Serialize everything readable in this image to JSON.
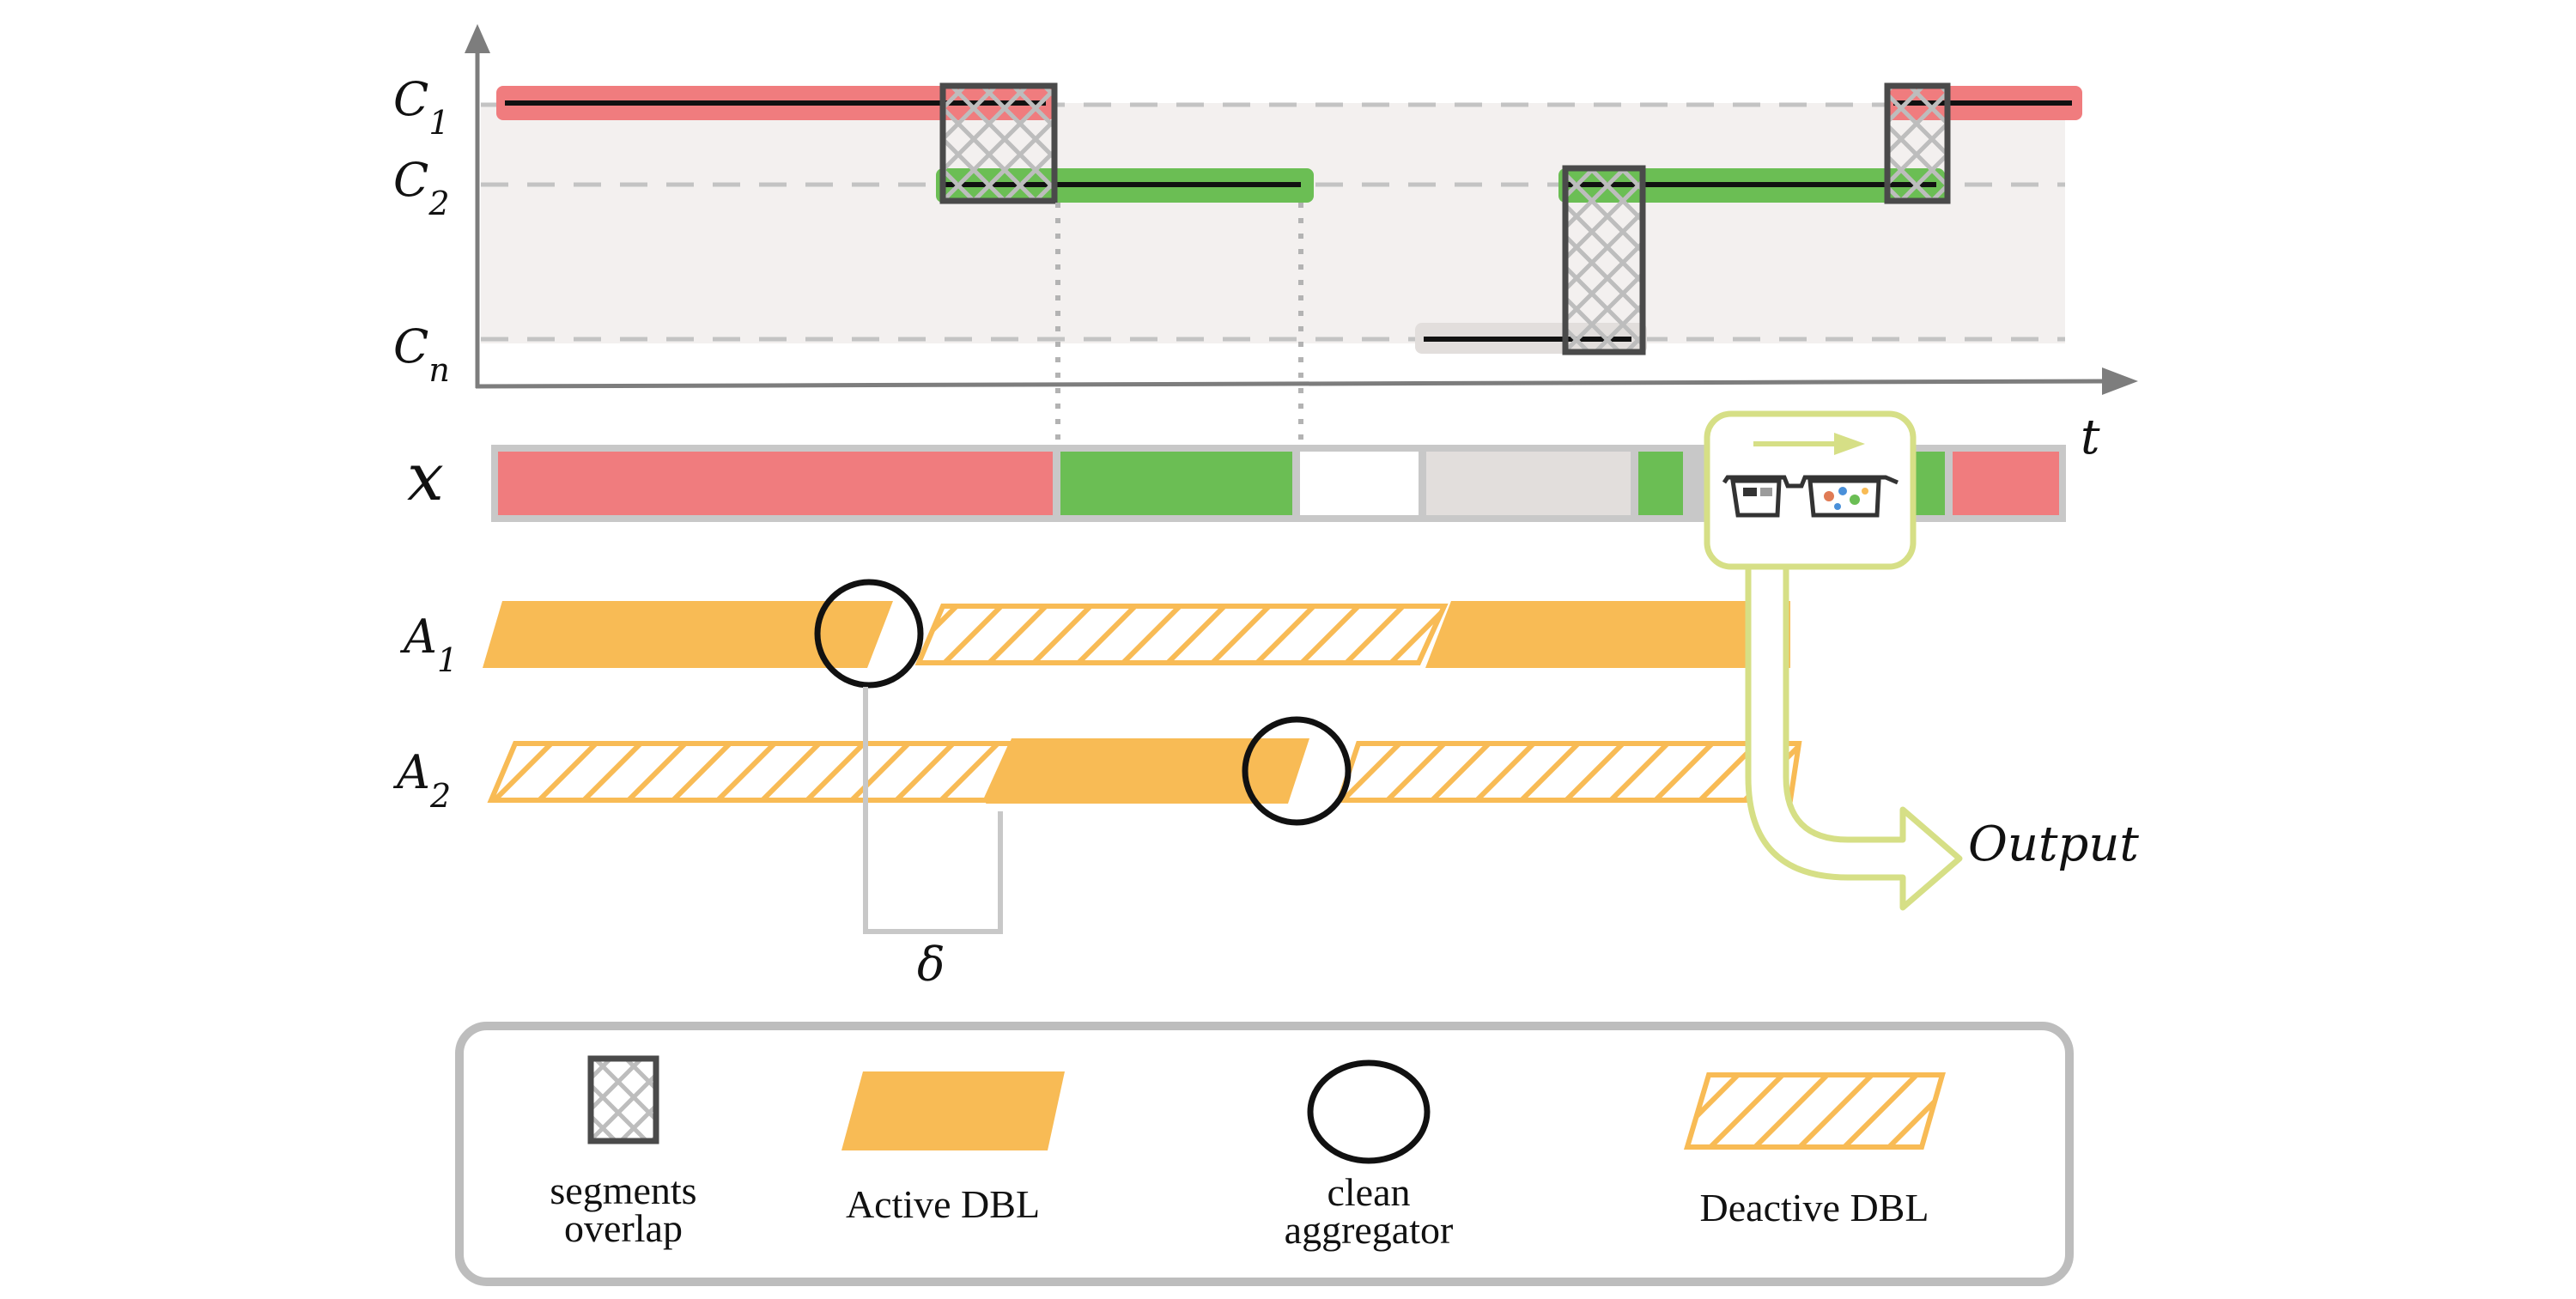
{
  "colors": {
    "red": "#F07C7E",
    "green": "#6BBE54",
    "orange": "#F8BB55",
    "gray_segment": "#E2DEDC",
    "plot_bg": "#F3F0EF",
    "overlap_box": "#4A4A4A",
    "output_arrow": "#D6DF86",
    "axis": "#7D7D7D",
    "legend_border": "#BDBDBD"
  },
  "chart": {
    "rows": [
      {
        "base": "C",
        "sub": "1"
      },
      {
        "base": "C",
        "sub": "2"
      },
      {
        "base": "C",
        "sub": "n"
      }
    ],
    "time_label": "t"
  },
  "sequence": {
    "label": "x",
    "segments": [
      "red",
      "green",
      "white",
      "gray",
      "green",
      "green",
      "red"
    ]
  },
  "aggregators": [
    {
      "base": "A",
      "sub": "1"
    },
    {
      "base": "A",
      "sub": "2"
    }
  ],
  "delta_label": "δ",
  "output_label": "Output",
  "legend": {
    "overlap": {
      "line1": "segments",
      "line2": "overlap"
    },
    "active": {
      "label": "Active DBL"
    },
    "clean": {
      "line1": "clean",
      "line2": "aggregator"
    },
    "deactive": {
      "label": "Deactive DBL"
    }
  }
}
